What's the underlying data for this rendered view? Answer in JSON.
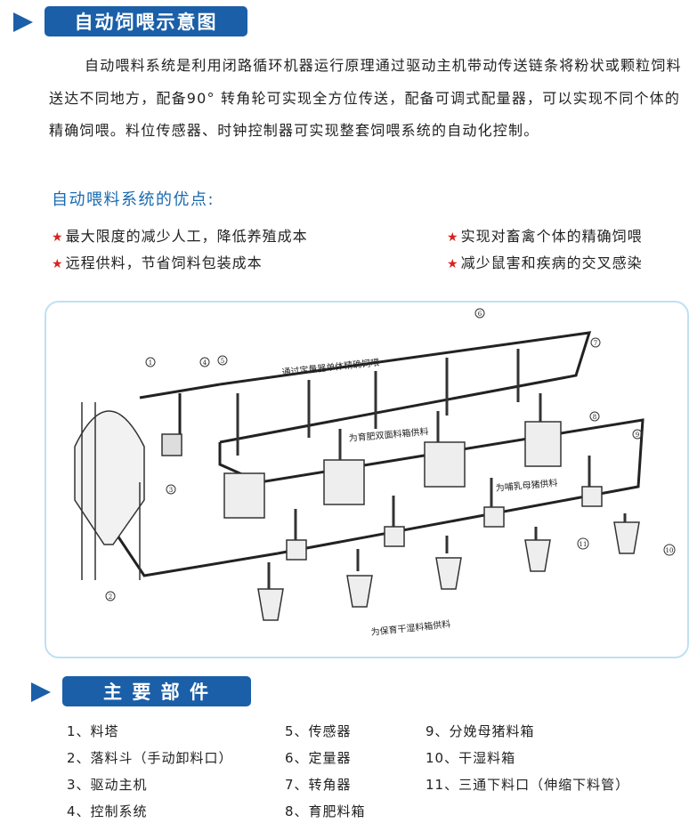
{
  "section1": {
    "title": "自动饲喂示意图"
  },
  "intro": "自动喂料系统是利用闭路循环机器运行原理通过驱动主机带动传送链条将粉状或颗粒饲料送达不同地方，配备90° 转角轮可实现全方位传送，配备可调式配量器，可以实现不同个体的精确饲喂。料位传感器、时钟控制器可实现整套饲喂系统的自动化控制。",
  "advantages": {
    "title": "自动喂料系统的优点:",
    "items": [
      "最大限度的减少人工，降低养殖成本",
      "实现对畜禽个体的精确饲喂",
      "远程供料，节省饲料包装成本",
      "减少鼠害和疾病的交叉感染"
    ]
  },
  "diagram": {
    "labels": [
      "通过定量器单体精确饲喂",
      "为育肥双面料箱供料",
      "为哺乳母猪供料",
      "为保育干湿料箱供料"
    ],
    "callouts": [
      "1",
      "2",
      "3",
      "4",
      "5",
      "6",
      "7",
      "8",
      "9",
      "10",
      "11"
    ]
  },
  "section2": {
    "title": "主 要 部 件"
  },
  "parts": [
    "1、料塔",
    "2、落料斗（手动卸料口）",
    "3、驱动主机",
    "4、控制系统",
    "5、传感器",
    "6、定量器",
    "7、转角器",
    "8、育肥料箱",
    "9、分娩母猪料箱",
    "10、干湿料箱",
    "11、三通下料口（伸缩下料管）"
  ],
  "colors": {
    "brand_blue": "#1a5fa8",
    "star_red": "#d8231f",
    "frame": "#bfe0f2"
  }
}
